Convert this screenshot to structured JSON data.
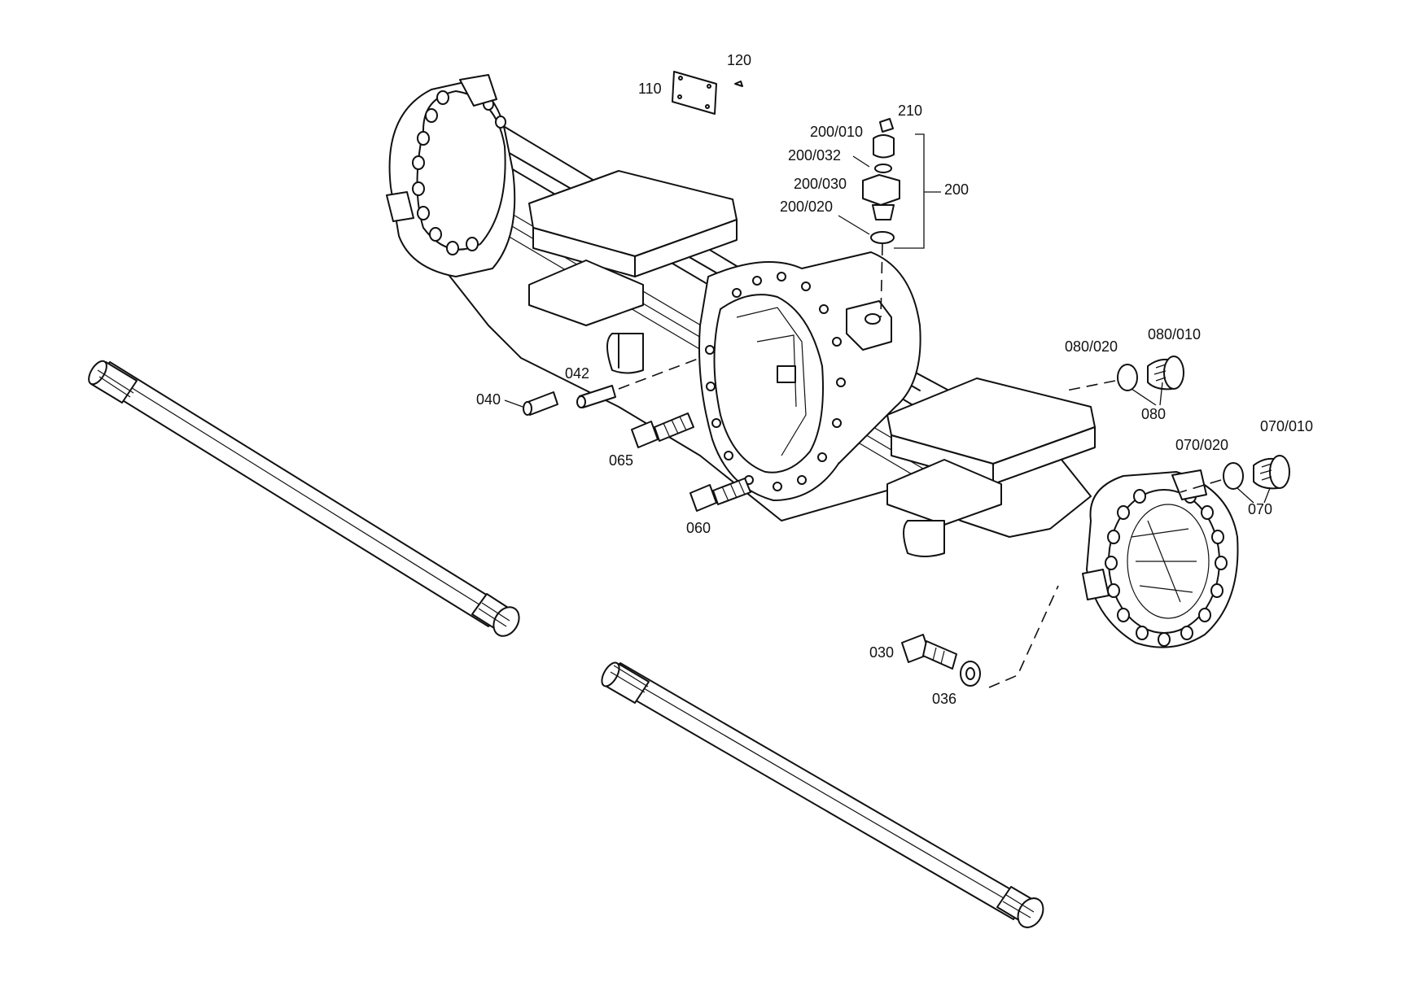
{
  "labels": {
    "p110": "110",
    "p120": "120",
    "p210": "210",
    "p200_010": "200/010",
    "p200_032": "200/032",
    "p200_030": "200/030",
    "p200_020": "200/020",
    "p200": "200",
    "p080_020": "080/020",
    "p080_010": "080/010",
    "p080": "080",
    "p070_020": "070/020",
    "p070_010": "070/010",
    "p070": "070",
    "p040": "040",
    "p042": "042",
    "p065": "065",
    "p060": "060",
    "p030": "030",
    "p036": "036"
  }
}
